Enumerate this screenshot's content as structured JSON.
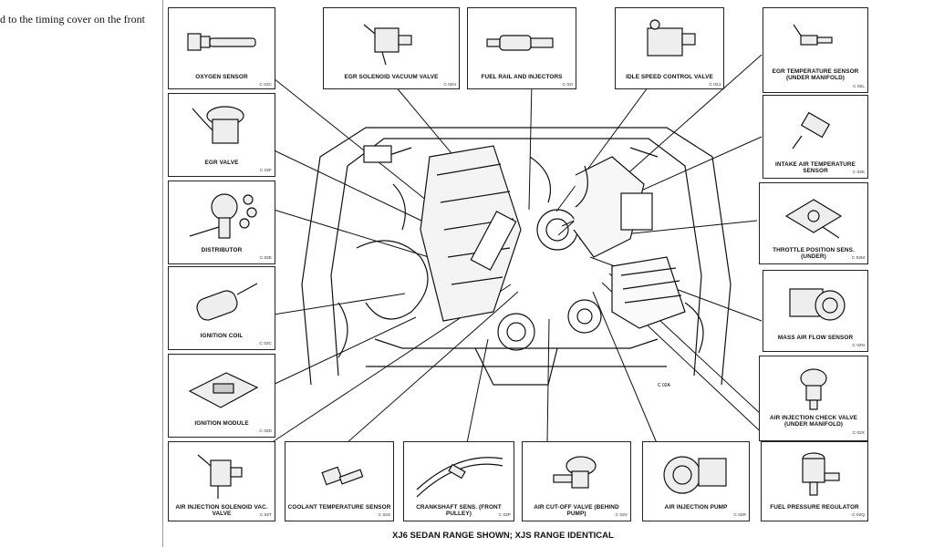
{
  "page_text": "d to the timing cover on the front",
  "caption": "XJ6 SEDAN RANGE SHOWN; XJS RANGE IDENTICAL",
  "components": {
    "oxygen_sensor": {
      "label": "OXYGEN SENSOR",
      "code": "C 02C"
    },
    "egr_solenoid_vacuum_valve": {
      "label": "EGR SOLENOID VACUUM VALVE",
      "code": "C 02H"
    },
    "fuel_rail_and_injectors": {
      "label": "FUEL RAIL AND INJECTORS",
      "code": "C 02I"
    },
    "idle_speed_control_valve": {
      "label": "IDLE SPEED CONTROL VALVE",
      "code": "C 02J"
    },
    "egr_temperature_sensor": {
      "label": "EGR TEMPERATURE SENSOR",
      "label2": "(UNDER MANIFOLD)",
      "code": "C 02L"
    },
    "egr_valve": {
      "label": "EGR VALVE",
      "code": "C 02F"
    },
    "intake_air_temperature_sensor": {
      "label": "INTAKE AIR TEMPERATURE SENSOR",
      "code": "C 02K"
    },
    "distributor": {
      "label": "DISTRIBUTOR",
      "code": "C 02E"
    },
    "throttle_position_sens": {
      "label": "THROTTLE POSITION SENS. (UNDER)",
      "code": "C 02M"
    },
    "ignition_coil": {
      "label": "IGNITION COIL",
      "code": "C 02C"
    },
    "mass_air_flow_sensor": {
      "label": "MASS AIR FLOW SENSOR",
      "code": "C 02N"
    },
    "ignition_module": {
      "label": "IGNITION MODULE",
      "code": "C 02D"
    },
    "air_injection_check_valve": {
      "label": "AIR INJECTION CHECK VALVE",
      "label2": "(UNDER MANIFOLD)",
      "code": "C 02X"
    },
    "air_injection_solenoid_vac_valve": {
      "label": "AIR INJECTION SOLENOID VAC. VALVE",
      "code": "C 02T"
    },
    "coolant_temperature_sensor": {
      "label": "COOLANT TEMPERATURE SENSOR",
      "code": "C 02S"
    },
    "crankshaft_sens": {
      "label": "CRANKSHAFT SENS. (FRONT PULLEY)",
      "code": "C 02P"
    },
    "air_cut_off_valve": {
      "label": "AIR CUT-OFF VALVE (BEHIND PUMP)",
      "code": "C 02V"
    },
    "air_injection_pump": {
      "label": "AIR INJECTION PUMP",
      "code": "C 02R"
    },
    "fuel_pressure_regulator": {
      "label": "FUEL PRESSURE REGULATOR",
      "code": "C 02Q"
    }
  },
  "engine_marker": {
    "label": "C 02A"
  }
}
